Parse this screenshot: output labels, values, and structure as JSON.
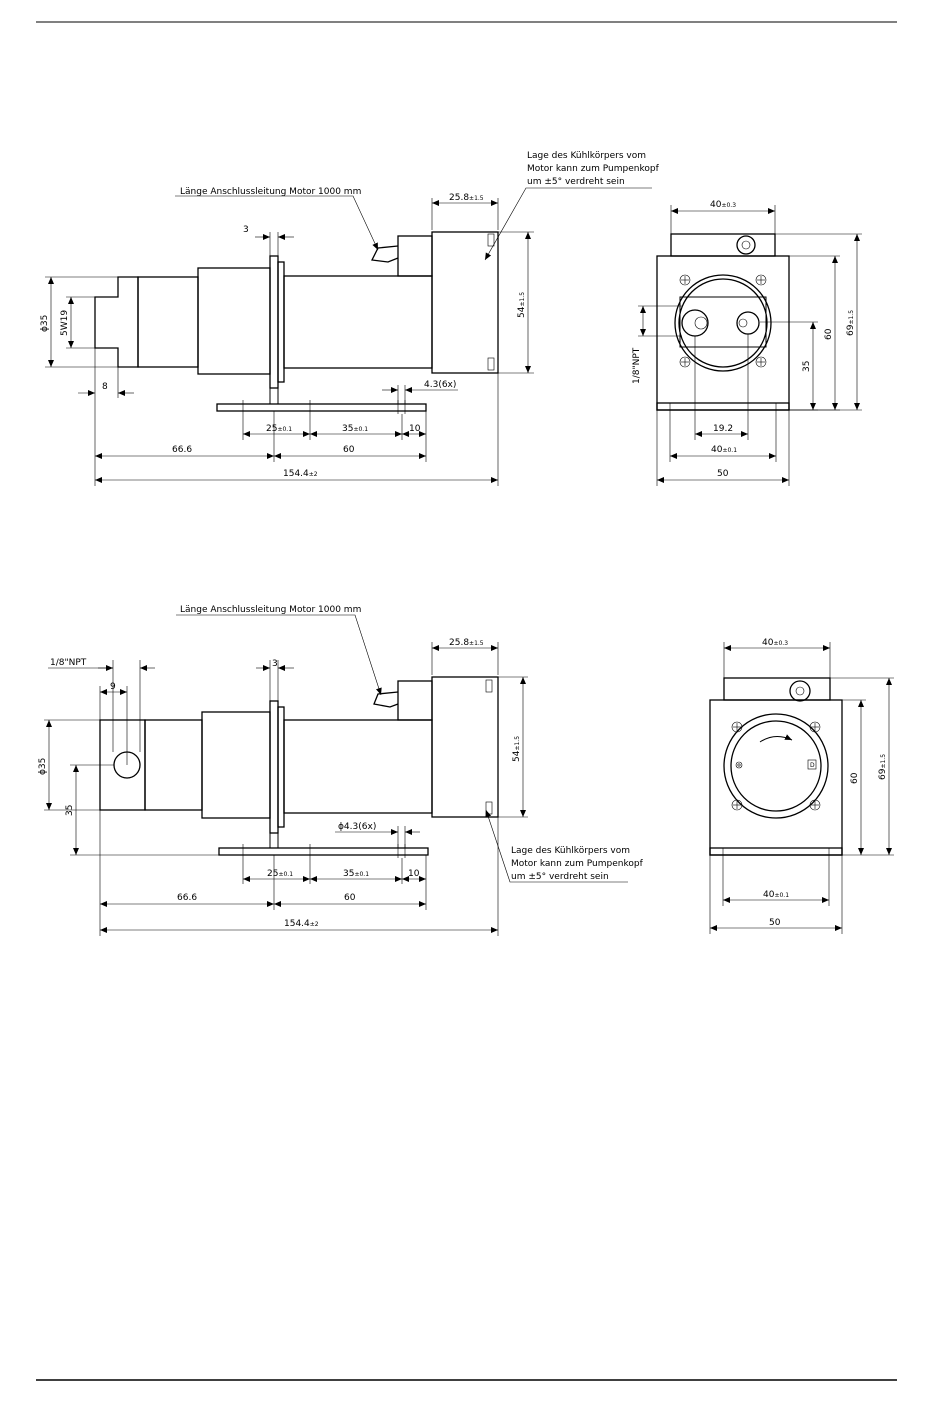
{
  "drawing_top": {
    "note_cable": "Länge Anschlussleitung Motor 1000 mm",
    "note_heatsink": [
      "Lage des Kühlkörpers vom",
      "Motor kann zum Pumpenkopf",
      "um ±5° verdreht sein"
    ],
    "dims": {
      "d25_8": "25.8",
      "d25_8_tol": "±1.5",
      "d3": "3",
      "d54": "54",
      "d54_tol": "±1.5",
      "dphi35": "ϕ35",
      "d5w19": "5W19",
      "d8": "8",
      "d4_3": "4.3(6x)",
      "d25": "25",
      "d25_tol": "±0.1",
      "d35": "35",
      "d35_tol": "±0.1",
      "d10": "10",
      "d66_6": "66.6",
      "d60": "60",
      "d154_4": "154.4",
      "d154_4_tol": "±2"
    }
  },
  "drawing_top_right": {
    "dims": {
      "d40_top": "40",
      "d40_top_tol": "±0.3",
      "npt": "1/8\"NPT",
      "d35": "35",
      "d60": "60",
      "d69": "69",
      "d69_tol": "±1.5",
      "d19_2": "19.2",
      "d40_bot": "40",
      "d40_bot_tol": "±0.1",
      "d50": "50"
    }
  },
  "drawing_bottom": {
    "note_cable": "Länge Anschlussleitung Motor 1000 mm",
    "note_heatsink": [
      "Lage des Kühlkörpers vom",
      "Motor kann zum Pumpenkopf",
      "um ±5° verdreht sein"
    ],
    "dims": {
      "npt": "1/8\"NPT",
      "d9": "9",
      "d25_8": "25.8",
      "d25_8_tol": "±1.5",
      "d3": "3",
      "d54": "54",
      "d54_tol": "±1.5",
      "dphi35": "ϕ35",
      "d35": "35",
      "dphi4_3": "ϕ4.3(6x)",
      "d25": "25",
      "d25_tol": "±0.1",
      "d35b": "35",
      "d35b_tol": "±0.1",
      "d10": "10",
      "d66_6": "66.6",
      "d60": "60",
      "d154_4": "154.4",
      "d154_4_tol": "±2"
    }
  },
  "drawing_bottom_right": {
    "dims": {
      "d40_top": "40",
      "d40_top_tol": "±0.3",
      "d60": "60",
      "d69": "69",
      "d69_tol": "±1.5",
      "d40_bot": "40",
      "d40_bot_tol": "±0.1",
      "d50": "50"
    },
    "label_d": "D"
  }
}
